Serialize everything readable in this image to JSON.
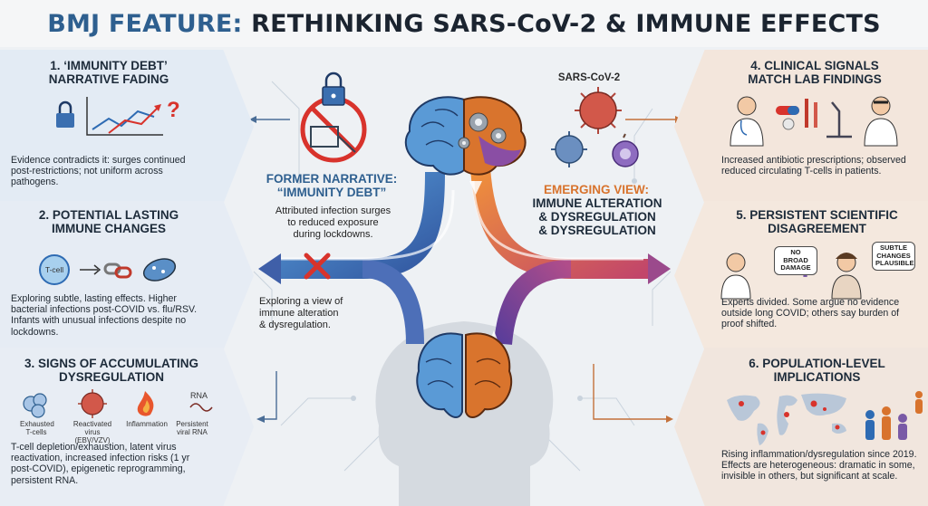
{
  "title": {
    "part1": "BMJ FEATURE:",
    "part2": "RETHINKING SARS-CoV-2 & IMMUNE EFFECTS"
  },
  "panels": [
    {
      "heading": "1. ‘IMMUNITY DEBT’\nNARRATIVE FADING",
      "body": "Evidence contradicts it: surges continued post-restrictions; not uniform across pathogens."
    },
    {
      "heading": "2. POTENTIAL LASTING\nIMMUNE CHANGES",
      "body": "Exploring subtle, lasting effects. Higher bacterial infections post-COVID vs. flu/RSV. Infants with unusual infections despite no lockdowns.",
      "icon_label": "T-cell"
    },
    {
      "heading": "3. SIGNS OF ACCUMULATING\nDYSREGULATION",
      "body": "T-cell depletion/exhaustion, latent virus reactivation, increased infection risks (1 yr post-COVID), epigenetic reprogramming, persistent RNA.",
      "icons": [
        {
          "label": "Exhausted T-cells"
        },
        {
          "label": "Reactivated virus (EBV/VZV)"
        },
        {
          "label": "Inflammation"
        },
        {
          "label": "Persistent viral RNA",
          "glyph": "RNA"
        }
      ]
    },
    {
      "heading": "4. CLINICAL SIGNALS\nMATCH LAB FINDINGS",
      "body": "Increased antibiotic prescriptions; observed reduced circulating T-cells in patients."
    },
    {
      "heading": "5. PERSISTENT SCIENTIFIC\nDISAGREEMENT",
      "body": "Experts divided. Some argue no evidence outside long COVID; others say burden of proof shifted.",
      "bubble_left": "NO BROAD DAMAGE",
      "bubble_right": "SUBTLE CHANGES PLAUSIBLE"
    },
    {
      "heading": "6. POPULATION-LEVEL\nIMPLICATIONS",
      "body": "Rising inflammation/dysregulation since 2019. Effects are heterogeneous: dramatic in some, invisible in others, but significant at scale."
    }
  ],
  "center": {
    "virus_label": "SARS-CoV-2",
    "former_heading": "FORMER NARRATIVE:\n“IMMUNITY DEBT”",
    "former_body": "Attributed infection surges\nto reduced exposure\nduring lockdowns.",
    "emerging_heading": "EMERGING VIEW:",
    "emerging_sub": "IMMUNE ALTERATION\n& DYSREGULATION\n& DYSREGULATION",
    "exploring": "Exploring a view of\nimmune alteration\n& dysregulation."
  },
  "colors": {
    "blue": "#3f6fb5",
    "orange": "#e58a3a",
    "purple": "#7a5aa6",
    "panel_left": "#e3ebf4",
    "panel_right": "#f3e6dc",
    "red": "#d8332c"
  }
}
